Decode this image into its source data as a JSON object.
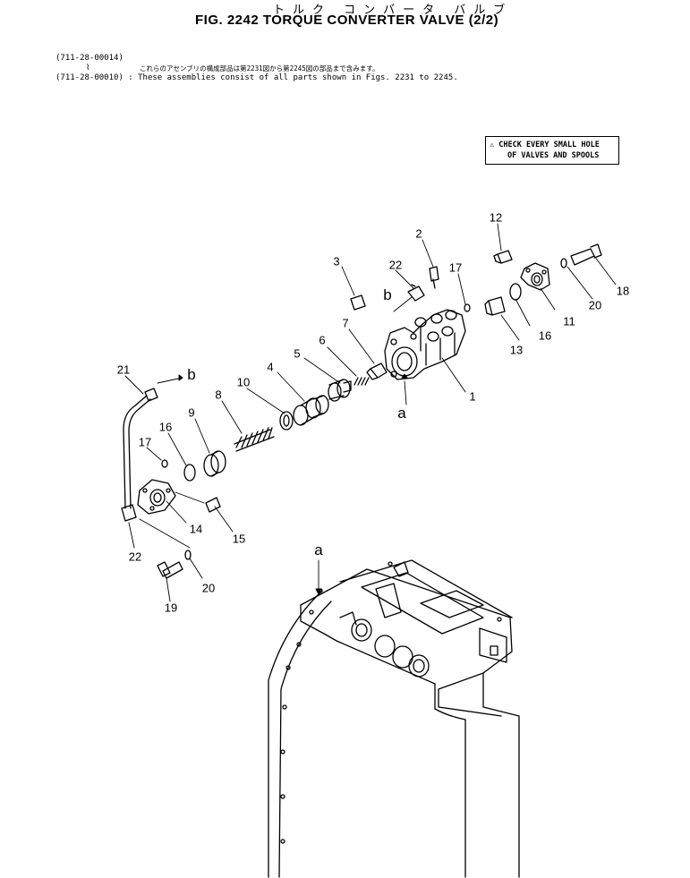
{
  "header": {
    "title_jp": "トルク コンバータ バルブ",
    "title": "FIG. 2242  TORQUE CONVERTER VALVE (2/2)"
  },
  "notes": {
    "serial_a": "(711-28-00014)",
    "tilde": "⌇",
    "jp_note": "これらのアセンブリの構成部品は第2231図から第2245図の部品まで含みます。",
    "serial_b": "(711-28-00010) : These assemblies consist of all parts shown in Figs. 2231 to 2245."
  },
  "warning": {
    "line1": "⚠ CHECK EVERY SMALL HOLE",
    "line2": "OF VALVES AND SPOOLS"
  },
  "callouts": {
    "c1": "1",
    "c2": "2",
    "c3": "3",
    "c4": "4",
    "c5": "5",
    "c6": "6",
    "c7": "7",
    "c8": "8",
    "c9": "9",
    "c10": "10",
    "c11": "11",
    "c12": "12",
    "c13": "13",
    "c14": "14",
    "c15": "15",
    "c16a": "16",
    "c16b": "16",
    "c17a": "17",
    "c17b": "17",
    "c18": "18",
    "c19": "19",
    "c20a": "20",
    "c20b": "20",
    "c21": "21",
    "c22a": "22",
    "c22b": "22"
  },
  "references": {
    "a_top": "a",
    "a_bottom": "a",
    "b_top": "b",
    "b_left": "b"
  }
}
